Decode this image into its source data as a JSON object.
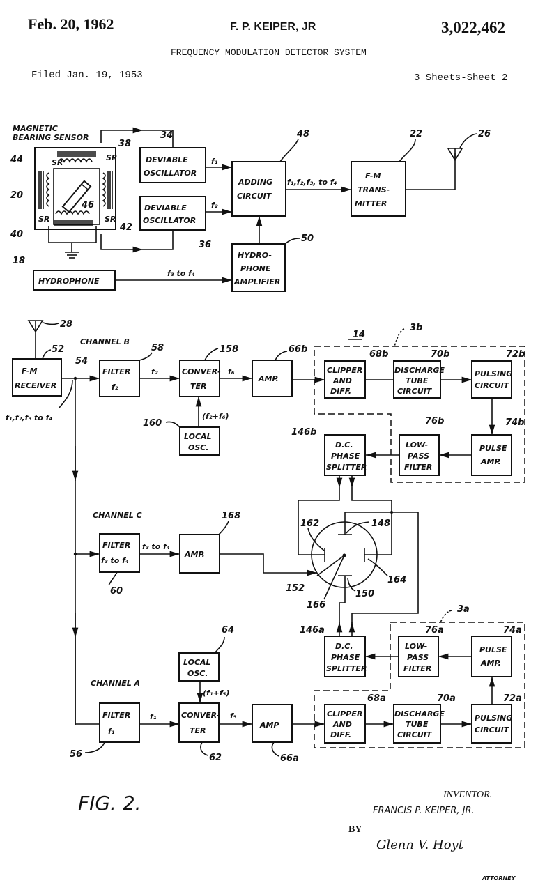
{
  "header": {
    "date": "Feb. 20, 1962",
    "inventor": "F. P. KEIPER, JR",
    "patent_number": "3,022,462",
    "title": "FREQUENCY MODULATION DETECTOR SYSTEM",
    "filed": "Filed Jan. 19, 1953",
    "sheets": "3 Sheets-Sheet 2"
  },
  "transmitter": {
    "sensor_title_1": "MAGNETIC",
    "sensor_title_2": "BEARING SENSOR",
    "sr": "SR",
    "osc_1": [
      "DEVIABLE",
      "OSCILLATOR"
    ],
    "osc_2": [
      "DEVIABLE",
      "OSCILLATOR"
    ],
    "adding": [
      "ADDING",
      "CIRCUIT"
    ],
    "fm_tx": [
      "F-M",
      "TRANS-",
      "MITTER"
    ],
    "hydrophone": "HYDROPHONE",
    "hydro_amp": [
      "HYDRO-",
      "PHONE",
      "AMPLIFIER"
    ],
    "sig_f1": "f₁",
    "sig_f2": "f₂",
    "sig_combined": "f₁,f₂,f₃, to f₄",
    "sig_f3f4": "f₃ to f₄",
    "refs": {
      "r44": "44",
      "r20": "20",
      "r40": "40",
      "r38": "38",
      "r46": "46",
      "r42": "42",
      "r34": "34",
      "r36": "36",
      "r48": "48",
      "r50": "50",
      "r22": "22",
      "r26": "26",
      "r18": "18"
    }
  },
  "receiver": {
    "system_ref": "14",
    "channel_b": "CHANNEL B",
    "channel_c": "CHANNEL C",
    "channel_a": "CHANNEL A",
    "fm_rx": [
      "F-M",
      "RECEIVER"
    ],
    "rx_signals": "f₁,f₂,f₃ to f₄",
    "filter_b": [
      "FILTER",
      "f₂"
    ],
    "converter": [
      "CONVER-",
      "TER"
    ],
    "amp_b": "AMP.",
    "local_osc": [
      "LOCAL",
      "OSC."
    ],
    "sig_f2": "f₂",
    "sig_f6": "f₆",
    "sig_f2f6": "(f₂+f₆)",
    "clipper": [
      "CLIPPER",
      "AND",
      "DIFF."
    ],
    "discharge": [
      "DISCHARGE",
      "TUBE",
      "CIRCUIT"
    ],
    "pulsing": [
      "PULSING",
      "CIRCUIT"
    ],
    "pulse_amp": [
      "PULSE",
      "AMP."
    ],
    "lowpass": [
      "LOW-",
      "PASS",
      "FILTER"
    ],
    "dc_splitter": [
      "D.C.",
      "PHASE",
      "SPLITTER"
    ],
    "filter_c": [
      "FILTER",
      "f₃ to f₄"
    ],
    "sig_f3f4": "f₃ to f₄",
    "amp_c": "AMP.",
    "filter_a": [
      "FILTER",
      "f₁"
    ],
    "sig_f1": "f₁",
    "sig_f5": "f₅",
    "sig_f1f5": "(f₁+f₅)",
    "amp_a": "AMP",
    "refs": {
      "r28": "28",
      "r52": "52",
      "r54": "54",
      "r58": "58",
      "r158": "158",
      "r66b": "66b",
      "r3b": "3b",
      "r68b": "68b",
      "r70b": "70b",
      "r72b": "72b",
      "r74b": "74b",
      "r76b": "76b",
      "r146b": "146b",
      "r160": "160",
      "r168": "168",
      "r60": "60",
      "r162": "162",
      "r148": "148",
      "r164": "164",
      "r152": "152",
      "r166": "166",
      "r150": "150",
      "r146a": "146a",
      "r3a": "3a",
      "r76a": "76a",
      "r74a": "74a",
      "r64": "64",
      "r68a": "68a",
      "r70a": "70a",
      "r72a": "72a",
      "r56": "56",
      "r62": "62",
      "r66a": "66a"
    }
  },
  "figure_label": "FIG. 2.",
  "signature": {
    "inventor_title": "INVENTOR.",
    "inventor_name": "FRANCIS P. KEIPER, JR.",
    "by": "BY",
    "signature_text": "Glenn V. Hoyt",
    "role": "ATTORNEY"
  }
}
